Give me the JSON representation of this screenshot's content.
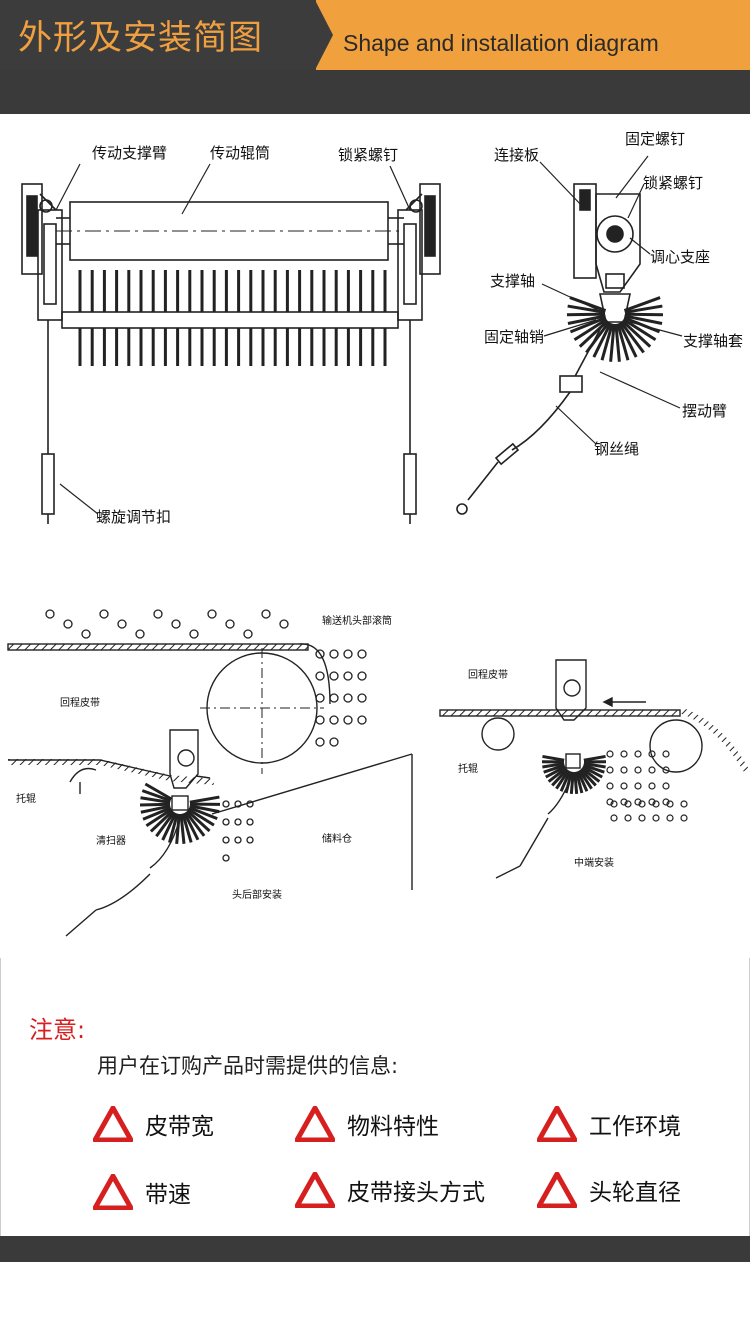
{
  "header": {
    "title": "外形及安装简图",
    "subtitle": "Shape and installation diagram"
  },
  "diagram_top_left": {
    "labels": [
      "传动支撑臂",
      "传动辊筒",
      "锁紧螺钉",
      "螺旋调节扣"
    ]
  },
  "diagram_top_right": {
    "labels": [
      "连接板",
      "固定螺钉",
      "锁紧螺钉",
      "调心支座",
      "支撑轴",
      "固定轴销",
      "支撑轴套",
      "摆动臂",
      "钢丝绳"
    ]
  },
  "diagram_bottom_left": {
    "labels": [
      "输送机头部滚筒",
      "回程皮带",
      "托辊",
      "清扫器",
      "储料仓",
      "头后部安装"
    ]
  },
  "diagram_bottom_right": {
    "labels": [
      "回程皮带",
      "托辊",
      "中端安装"
    ]
  },
  "notice": {
    "title": "注意:",
    "intro": "用户在订购产品时需提供的信息:",
    "items": [
      "皮带宽",
      "物料特性",
      "工作环境",
      "带速",
      "皮带接头方式",
      "头轮直径"
    ],
    "icon": "warning-triangle-icon",
    "icon_color": "#d62020"
  },
  "colors": {
    "header_dark": "#3c3c3c",
    "header_orange": "#f0a03c",
    "header_title": "#f0a040"
  }
}
